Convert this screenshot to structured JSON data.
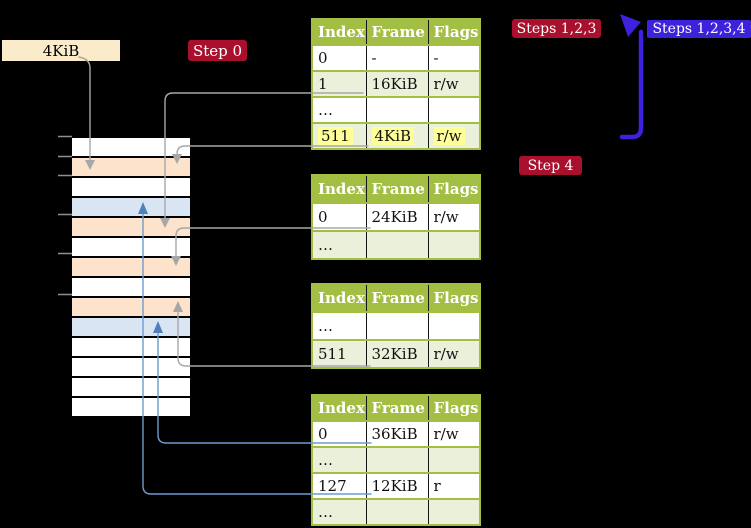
{
  "colors": {
    "table_header_green": "#a3bf43",
    "table_row_pale_green": "#ebf0da",
    "table_row_white": "#ffffff",
    "memory_peach": "#fde3cb",
    "memory_light_blue": "#d9e5f3",
    "memory_white": "#ffffff",
    "highlight_yellow": "#ffff99",
    "badge_dark_red": "#a8102e",
    "badge_blue_violet": "#3c22dc",
    "connector_gray": "#a7a7a7",
    "connector_steel_blue": "#6f9bd1",
    "arrowhead_steel_blue": "#4f81bd"
  },
  "size_box": {
    "label": "4KiB"
  },
  "badges": {
    "step0": "Step 0",
    "steps123": "Steps 1,2,3",
    "steps1234": "Steps 1,2,3,4",
    "step4": "Step 4"
  },
  "memory_stack": {
    "row_colors": [
      "#ffffff",
      "#fde3cb",
      "#ffffff",
      "#d9e5f3",
      "#fde3cb",
      "#ffffff",
      "#fde3cb",
      "#ffffff",
      "#fde3cb",
      "#d9e5f3",
      "#ffffff",
      "#ffffff",
      "#ffffff",
      "#ffffff"
    ]
  },
  "tables": [
    {
      "headers": [
        "Index",
        "Frame",
        "Flags"
      ],
      "rows": [
        [
          "0",
          "-",
          "-"
        ],
        [
          "1",
          "16KiB",
          "r/w"
        ],
        [
          "…",
          "",
          ""
        ],
        [
          "511",
          "4KiB",
          "r/w"
        ]
      ]
    },
    {
      "headers": [
        "Index",
        "Frame",
        "Flags"
      ],
      "rows": [
        [
          "0",
          "24KiB",
          "r/w"
        ],
        [
          "…",
          "",
          ""
        ]
      ]
    },
    {
      "headers": [
        "Index",
        "Frame",
        "Flags"
      ],
      "rows": [
        [
          "…",
          "",
          ""
        ],
        [
          "511",
          "32KiB",
          "r/w"
        ]
      ]
    },
    {
      "headers": [
        "Index",
        "Frame",
        "Flags"
      ],
      "rows": [
        [
          "0",
          "36KiB",
          "r/w"
        ],
        [
          "…",
          "",
          ""
        ],
        [
          "127",
          "12KiB",
          "r"
        ],
        [
          "…",
          "",
          ""
        ]
      ]
    }
  ]
}
